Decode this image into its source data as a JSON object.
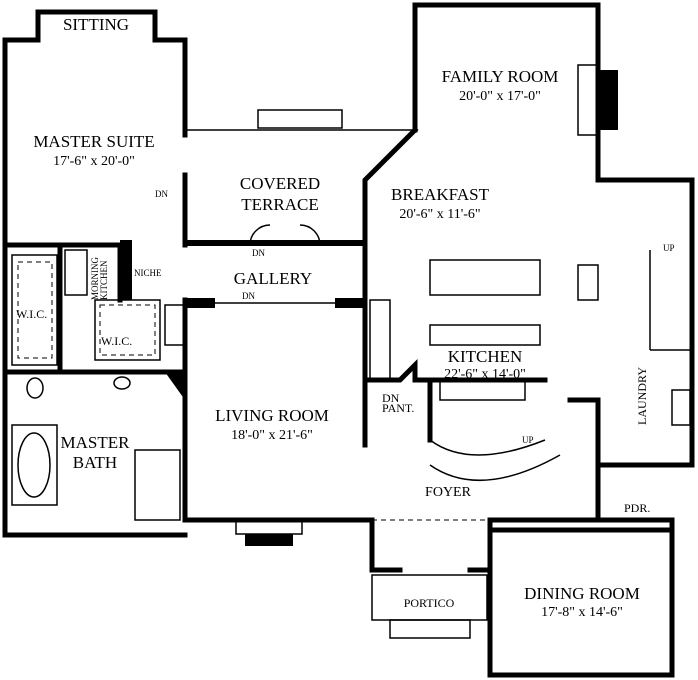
{
  "rooms": {
    "sitting": "SITTING",
    "master_suite": "MASTER SUITE",
    "master_suite_dim": "17'-6\" x 20'-0\"",
    "covered_terrace_1": "COVERED",
    "covered_terrace_2": "TERRACE",
    "family_room": "FAMILY ROOM",
    "family_room_dim": "20'-0\" x 17'-0\"",
    "breakfast": "BREAKFAST",
    "breakfast_dim": "20'-6\" x 11'-6\"",
    "morning_kitchen_1": "MORNING",
    "morning_kitchen_2": "KITCHEN",
    "niche": "NICHE",
    "gallery": "GALLERY",
    "wic_1": "W.I.C.",
    "wic_2": "W.I.C.",
    "kitchen": "KITCHEN",
    "kitchen_dim": "22'-6\" x 14'-0\"",
    "pantry": "PANT.",
    "laundry": "LAUNDRY",
    "living_room": "LIVING ROOM",
    "living_room_dim": "18'-0\" x 21'-6\"",
    "master_bath_1": "MASTER",
    "master_bath_2": "BATH",
    "foyer": "FOYER",
    "powder": "PDR.",
    "portico": "PORTICO",
    "dining_room": "DINING ROOM",
    "dining_room_dim": "17'-8\" x 14'-6\""
  },
  "annotations": {
    "dn_master": "DN",
    "dn_terrace": "DN",
    "dn_gallery": "DN",
    "dn_foyer": "DN",
    "up_stair": "UP",
    "up_laundry": "UP"
  }
}
